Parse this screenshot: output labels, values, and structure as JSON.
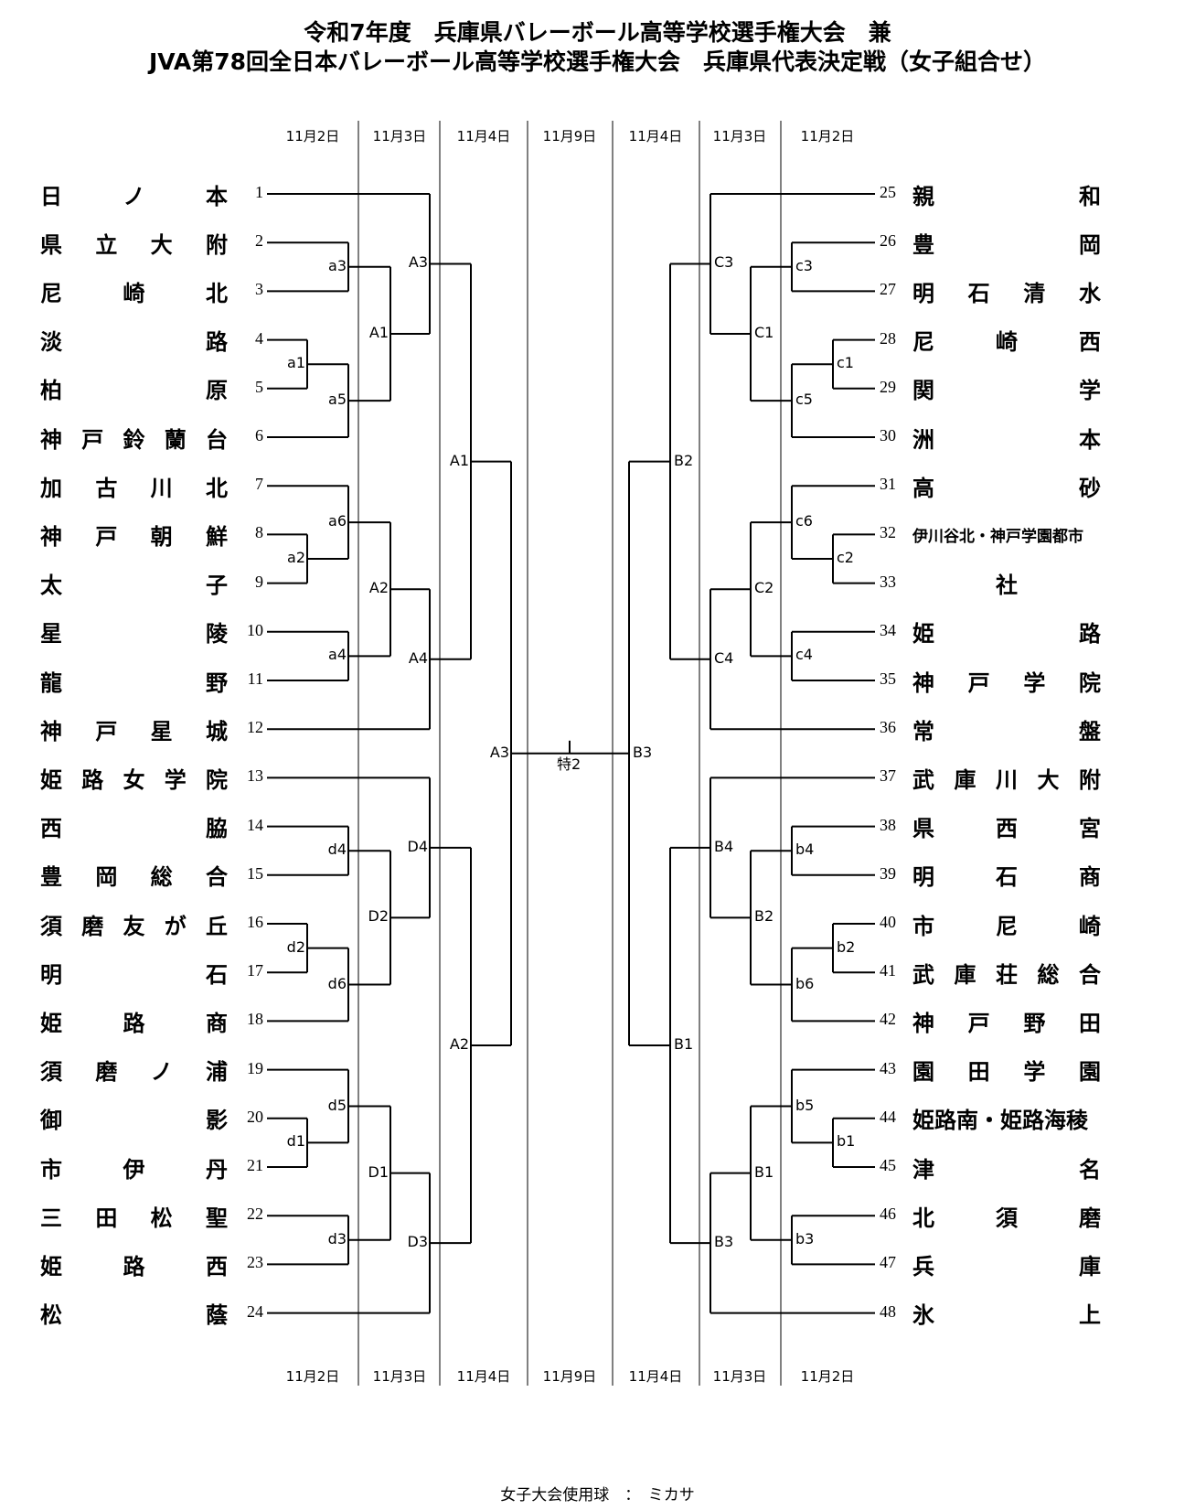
{
  "title": {
    "line1": "令和7年度　兵庫県バレーボール高等学校選手権大会　兼",
    "line2": "JVA第78回全日本バレーボール高等学校選手権大会　兵庫県代表決定戦（女子組合せ）"
  },
  "dates": [
    "11月2日",
    "11月3日",
    "11月4日",
    "11月9日",
    "11月4日",
    "11月3日",
    "11月2日"
  ],
  "left_teams": [
    {
      "seed": "1",
      "name": "日ノ本"
    },
    {
      "seed": "2",
      "name": "県立大附"
    },
    {
      "seed": "3",
      "name": "尼崎北"
    },
    {
      "seed": "4",
      "name": "淡路"
    },
    {
      "seed": "5",
      "name": "柏原"
    },
    {
      "seed": "6",
      "name": "神戸鈴蘭台"
    },
    {
      "seed": "7",
      "name": "加古川北"
    },
    {
      "seed": "8",
      "name": "神戸朝鮮"
    },
    {
      "seed": "9",
      "name": "太子"
    },
    {
      "seed": "10",
      "name": "星陵"
    },
    {
      "seed": "11",
      "name": "龍野"
    },
    {
      "seed": "12",
      "name": "神戸星城"
    },
    {
      "seed": "13",
      "name": "姫路女学院"
    },
    {
      "seed": "14",
      "name": "西脇"
    },
    {
      "seed": "15",
      "name": "豊岡総合"
    },
    {
      "seed": "16",
      "name": "須磨友が丘"
    },
    {
      "seed": "17",
      "name": "明石"
    },
    {
      "seed": "18",
      "name": "姫路商"
    },
    {
      "seed": "19",
      "name": "須磨ノ浦"
    },
    {
      "seed": "20",
      "name": "御影"
    },
    {
      "seed": "21",
      "name": "市伊丹"
    },
    {
      "seed": "22",
      "name": "三田松聖"
    },
    {
      "seed": "23",
      "name": "姫路西"
    },
    {
      "seed": "24",
      "name": "松蔭"
    }
  ],
  "right_teams": [
    {
      "seed": "25",
      "name": "親和"
    },
    {
      "seed": "26",
      "name": "豊岡"
    },
    {
      "seed": "27",
      "name": "明石清水"
    },
    {
      "seed": "28",
      "name": "尼崎西"
    },
    {
      "seed": "29",
      "name": "関学"
    },
    {
      "seed": "30",
      "name": "洲本"
    },
    {
      "seed": "31",
      "name": "高砂"
    },
    {
      "seed": "32",
      "name": "伊川谷北・神戸学園都市",
      "small": true
    },
    {
      "seed": "33",
      "name": "社",
      "center": true
    },
    {
      "seed": "34",
      "name": "姫路"
    },
    {
      "seed": "35",
      "name": "神戸学院"
    },
    {
      "seed": "36",
      "name": "常盤"
    },
    {
      "seed": "37",
      "name": "武庫川大附"
    },
    {
      "seed": "38",
      "name": "県西宮"
    },
    {
      "seed": "39",
      "name": "明石商"
    },
    {
      "seed": "40",
      "name": "市尼崎"
    },
    {
      "seed": "41",
      "name": "武庫荘総合"
    },
    {
      "seed": "42",
      "name": "神戸野田"
    },
    {
      "seed": "43",
      "name": "園田学園"
    },
    {
      "seed": "44",
      "name": "姫路南・姫路海稜",
      "tight": true
    },
    {
      "seed": "45",
      "name": "津名"
    },
    {
      "seed": "46",
      "name": "北須磨"
    },
    {
      "seed": "47",
      "name": "兵庫"
    },
    {
      "seed": "48",
      "name": "氷上"
    }
  ],
  "match_labels": {
    "left": [
      "a3",
      "a1",
      "a5",
      "A3",
      "A1",
      "a6",
      "a2",
      "a4",
      "A2",
      "A4",
      "A1",
      "d4",
      "D4",
      "d2",
      "D2",
      "d6",
      "A2",
      "d5",
      "d1",
      "D1",
      "d3",
      "D3",
      "A3"
    ],
    "right": [
      "C3",
      "c3",
      "C1",
      "c1",
      "c5",
      "B2",
      "c6",
      "c2",
      "C2",
      "C4",
      "c4",
      "B3",
      "B4",
      "b4",
      "B2",
      "b2",
      "b6",
      "B1",
      "b5",
      "b1",
      "B1",
      "B3",
      "b3"
    ],
    "final": "特2"
  },
  "footer": "女子大会使用球　：　ミカサ"
}
